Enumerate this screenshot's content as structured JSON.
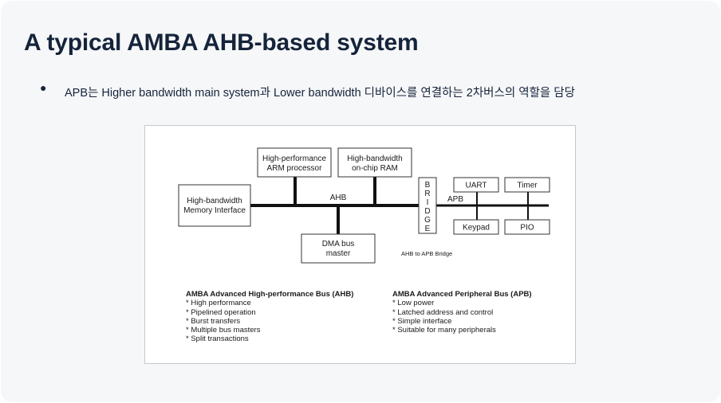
{
  "slide": {
    "title": "A typical AMBA AHB-based system",
    "bullet": "APB는 Higher bandwidth main system과 Lower bandwidth 디바이스를 연결하는 2차버스의 역할을 담당"
  },
  "diagram": {
    "boxes": {
      "memory_line1": "High-bandwidth",
      "memory_line2": "Memory Interface",
      "cpu_line1": "High-performance",
      "cpu_line2": "ARM processor",
      "ram_line1": "High-bandwidth",
      "ram_line2": "on-chip RAM",
      "dma_line1": "DMA bus",
      "dma_line2": "master",
      "bridge_letters": [
        "B",
        "R",
        "I",
        "D",
        "G",
        "E"
      ],
      "uart": "UART",
      "timer": "Timer",
      "keypad": "Keypad",
      "pio": "PIO"
    },
    "bus_labels": {
      "ahb": "AHB",
      "apb": "APB"
    },
    "caption": "AHB to APB Bridge"
  },
  "legend": {
    "ahb": {
      "heading": "AMBA Advanced High-performance Bus (AHB)",
      "items": [
        "* High performance",
        "* Pipelined operation",
        "* Burst transfers",
        "* Multiple bus masters",
        "* Split transactions"
      ]
    },
    "apb": {
      "heading": "AMBA Advanced Peripheral Bus (APB)",
      "items": [
        "* Low power",
        "* Latched address and control",
        "* Simple interface",
        "* Suitable for many peripherals"
      ]
    }
  }
}
